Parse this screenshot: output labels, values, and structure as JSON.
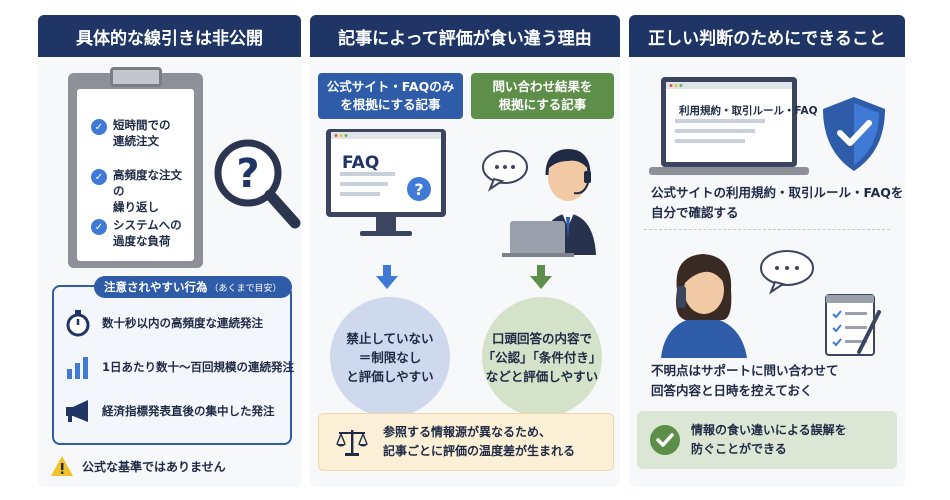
{
  "columns": [
    {
      "title": "具体的な線引きは非公開",
      "checklist": [
        "短時間での連続注文",
        "高頻度な注文の繰り返し",
        "システムへの過度な負荷"
      ],
      "checklist_lines": [
        [
          "短時間での",
          "連続注文"
        ],
        [
          "高頻度な注文の",
          "繰り返し"
        ],
        [
          "システムへの",
          "過度な負荷"
        ]
      ],
      "caution_title": "注意されやすい行為",
      "caution_note": "（あくまで目安）",
      "caution_items": [
        {
          "icon": "stopwatch-icon",
          "label": "数十秒以内の高頻度な連続発注"
        },
        {
          "icon": "bar-chart-icon",
          "label": "1日あたり数十〜百回規模の連続発注"
        },
        {
          "icon": "megaphone-icon",
          "label": "経済指標発表直後の集中した発注"
        }
      ],
      "warning": "公式な基準ではありません"
    },
    {
      "title": "記事によって評価が食い違う理由",
      "left_head": [
        "公式サイト・FAQのみ",
        "を根拠にする記事"
      ],
      "right_head": [
        "問い合わせ結果を",
        "根拠にする記事"
      ],
      "left_screen_label": "FAQ",
      "left_bubble": [
        "禁止していない",
        "＝制限なし",
        "と評価しやすい"
      ],
      "right_bubble": [
        "口頭回答の内容で",
        "「公認」「条件付き」",
        "などと評価しやすい"
      ],
      "bottom": [
        "参照する情報源が異なるため、",
        "記事ごとに評価の温度差が生まれる"
      ]
    },
    {
      "title": "正しい判断のためにできること",
      "screen_label": "利用規約・取引ルール・FAQ",
      "step1": [
        "公式サイトの利用規約・取引ルール・FAQを",
        "自分で確認する"
      ],
      "step2": [
        "不明点はサポートに問い合わせて",
        "回答内容と日時を控えておく"
      ],
      "result": [
        "情報の食い違いによる誤解を",
        "防ぐことができる"
      ]
    }
  ],
  "colors": {
    "header": "#1e3566",
    "blue": "#2f5ca8",
    "green": "#5e8f4a",
    "yellow_box": "#fbf0d6",
    "green_box": "#dce6d5"
  }
}
